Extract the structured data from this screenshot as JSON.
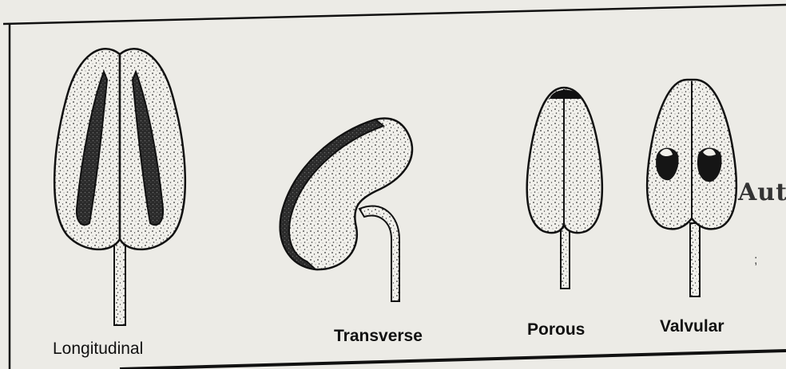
{
  "labels": {
    "longitudinal": "Longitudinal",
    "transverse": "Transverse",
    "porous": "Porous",
    "valvular": "Valvular"
  },
  "edge_text": "Auti",
  "edge_mark": ";",
  "colors": {
    "paper": "#ecebe6",
    "ink": "#111111",
    "dark_fill": "#2a2a2a"
  }
}
